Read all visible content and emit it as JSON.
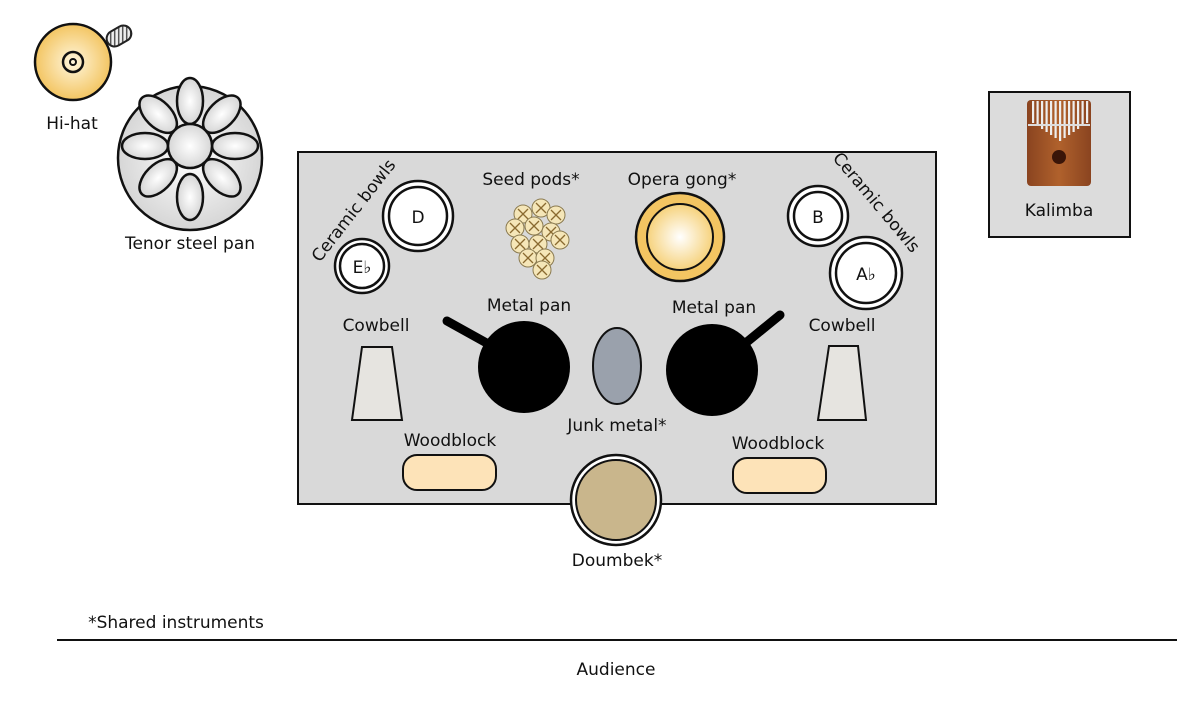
{
  "instruments": {
    "hihat": "Hi-hat",
    "steel_pan": "Tenor steel pan",
    "ceramic_bowls_left": "Ceramic bowls",
    "bowl_d": "D",
    "bowl_eb": "E♭",
    "seed_pods": "Seed pods*",
    "opera_gong": "Opera gong*",
    "ceramic_bowls_right": "Ceramic bowls",
    "bowl_b": "B",
    "bowl_ab": "A♭",
    "metal_pan_left": "Metal pan",
    "metal_pan_right": "Metal pan",
    "cowbell_left": "Cowbell",
    "cowbell_right": "Cowbell",
    "junk_metal": "Junk metal*",
    "woodblock_left": "Woodblock",
    "woodblock_right": "Woodblock",
    "doumbek": "Doumbek*",
    "kalimba": "Kalimba"
  },
  "footnote": "*Shared instruments",
  "audience": "Audience",
  "colors": {
    "stage": "#d9d9d9",
    "cymbal": "#f3c562",
    "woodblock": "#fde3b8",
    "junk_metal": "#9aa1ac",
    "doumbek": "#c9b68c",
    "kalimba_wood": "#9a4f22"
  }
}
